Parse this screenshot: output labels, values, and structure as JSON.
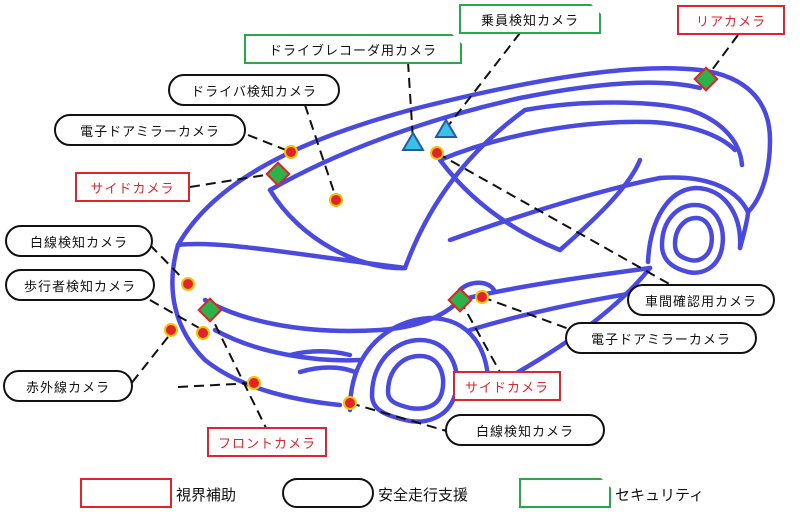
{
  "labels": {
    "passenger_cam": "乗員検知カメラ",
    "rear_cam": "リアカメラ",
    "dashcam": "ドライブレコーダ用カメラ",
    "driver_cam": "ドライバ検知カメラ",
    "emirror_left": "電子ドアミラーカメラ",
    "side_left": "サイドカメラ",
    "lane_left": "白線検知カメラ",
    "pedestrian": "歩行者検知カメラ",
    "infrared": "赤外線カメラ",
    "front": "フロントカメラ",
    "vehicle_distance": "車間確認用カメラ",
    "emirror_right": "電子ドアミラーカメラ",
    "side_right": "サイドカメラ",
    "lane_right": "白線検知カメラ"
  },
  "legend": {
    "visual": "視界補助",
    "safety": "安全走行支援",
    "security": "セキュリティ"
  },
  "colors": {
    "car_outline": "#4a4adf",
    "red_marker": "#e0242b",
    "marker_ring": "#f2c400",
    "green_marker": "#2bb24a",
    "green_marker_stroke": "#e0242b",
    "cyan_marker": "#36c3e6",
    "cyan_marker_stroke": "#2a58a6",
    "security_border": "#27a84b",
    "visual_border": "#e0242b"
  }
}
